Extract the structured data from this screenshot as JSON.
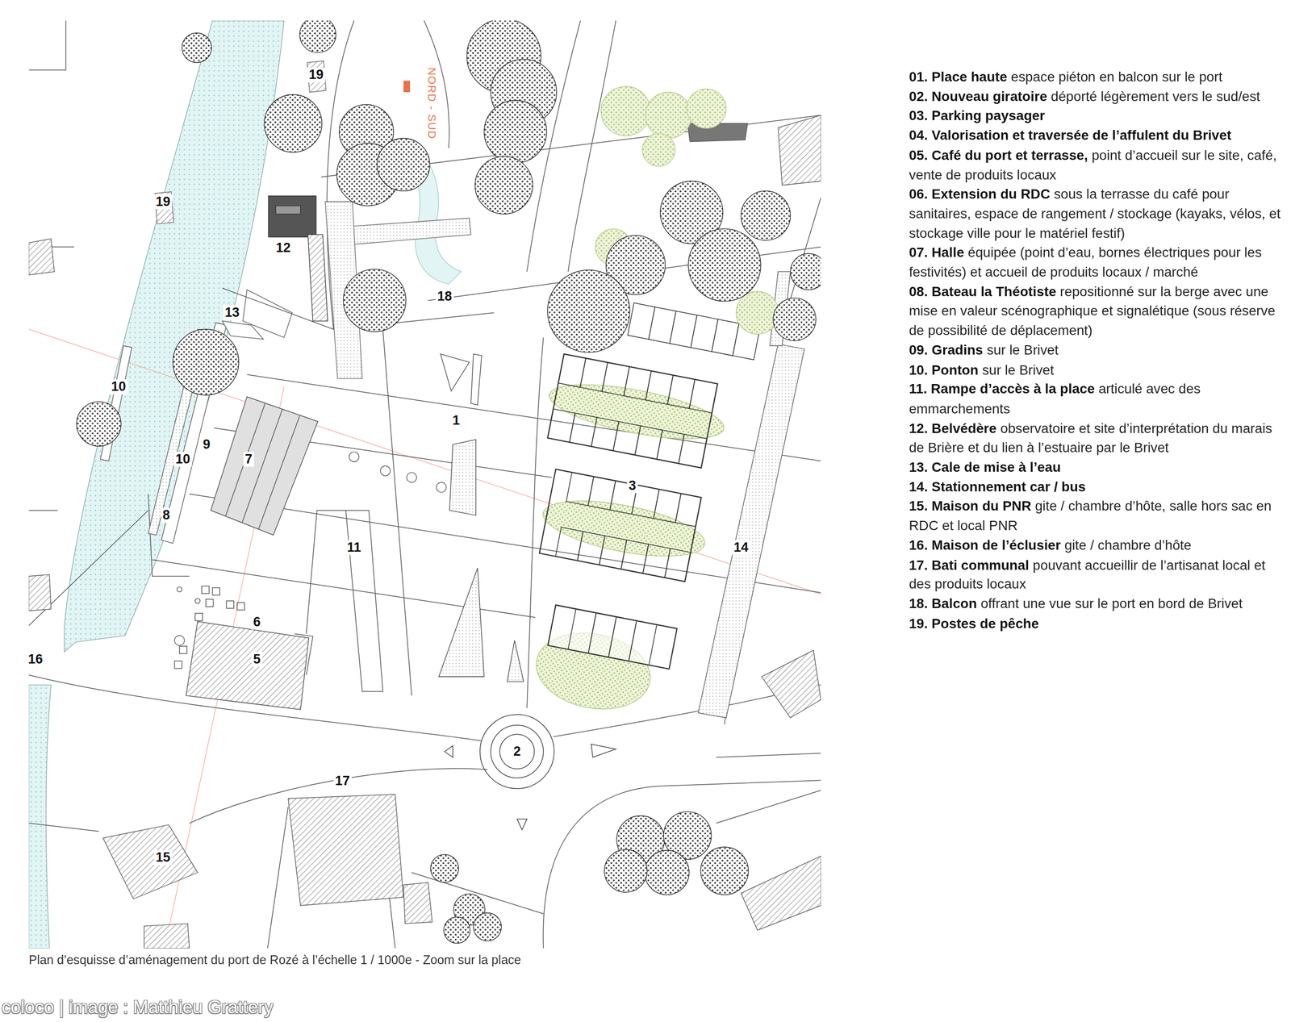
{
  "diagram": {
    "caption": "Plan d’esquisse d’aménagement du port de Rozé à l’échelle 1 / 1000e - Zoom sur la place",
    "labels": [
      "19",
      "19",
      "12",
      "13",
      "18",
      "10",
      "9",
      "10",
      "7",
      "1",
      "3",
      "8",
      "11",
      "14",
      "6",
      "5",
      "16",
      "2",
      "17",
      "15",
      "NORD - SUD",
      "01. Place haute",
      "espace piéton en balcon sur le port",
      "02. Nouveau giratoire",
      "déporté légèrement vers le sud/est",
      "03. Parking paysager",
      "04. Valorisation et traversée de l’affulent du Brivet",
      "05. Café du port et terrasse,",
      "point d’accueil sur le site, café, vente de produits locaux",
      "06. Extension du RDC",
      "sous la terrasse du café pour sanitaires, espace de rangement / stockage (kayaks, vélos, et stockage ville pour le matériel festif)",
      "07. Halle",
      "équipée (point d’eau, bornes électriques pour les festivités) et accueil de produits locaux / marché",
      "08. Bateau la Théotiste",
      "repositionné sur la berge avec une mise en valeur scénographique et signalétique (sous réserve de possibilité de déplacement)",
      "09. Gradins",
      "sur le Brivet",
      "10. Ponton",
      "sur le Brivet",
      "11. Rampe d’accès à la place",
      "articulé avec des emmarchements",
      "12. Belvédère",
      "observatoire et site d’interprétation du marais de Brière et du lien à l’estuaire par le Brivet",
      "13. Cale de mise à l’eau",
      "14. Stationnement car / bus",
      "15. Maison du PNR",
      "gite / chambre d’hôte, salle hors sac en RDC et local PNR",
      "16. Maison de l’éclusier",
      "gite / chambre d’hôte",
      "17. Bati communal",
      "pouvant accueillir de l’artisanat local et des produits locaux",
      "18. Balcon",
      "offrant une vue sur le port en bord de Brivet",
      "19. Postes de pêche",
      "coloco | image : Matthieu Grattery"
    ]
  }
}
